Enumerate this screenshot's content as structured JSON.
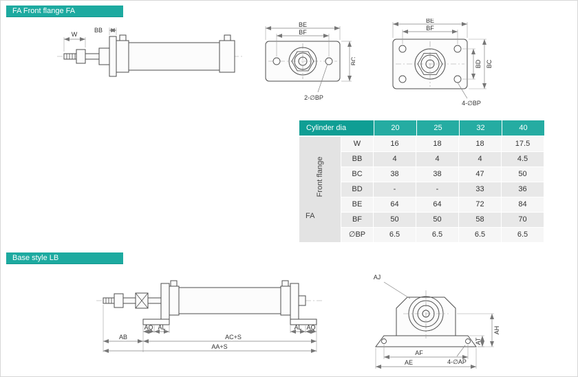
{
  "colors": {
    "accent_teal": "#1daaa0",
    "header_dark_teal": "#0f9e94",
    "header_teal": "#25aca2",
    "row_light": "#f6f6f6",
    "row_dark": "#e8e8e8",
    "group_bg": "#e3e3e3"
  },
  "sections": {
    "fa": {
      "banner": "FA Front flange FA"
    },
    "lb": {
      "banner": "Base style LB"
    }
  },
  "dim_labels": {
    "w": "W",
    "bb": "BB",
    "be": "BE",
    "bf": "BF",
    "bc": "BC",
    "bd": "BD",
    "bp2": "2-∅BP",
    "bp4": "4-∅BP",
    "aj": "AJ",
    "ah": "AH",
    "at": "AT",
    "aq": "AQ",
    "al": "AL",
    "ab": "AB",
    "ac_s": "AC+S",
    "aa_s": "AA+S",
    "af": "AF",
    "ae": "AE",
    "ap4": "4-∅AP"
  },
  "table": {
    "header": {
      "label": "Cylinder dia",
      "columns": [
        "20",
        "25",
        "32",
        "40"
      ]
    },
    "group_label": "Front flange",
    "series_label": "FA",
    "rows": [
      {
        "param": "W",
        "values": [
          "16",
          "18",
          "18",
          "17.5"
        ]
      },
      {
        "param": "BB",
        "values": [
          "4",
          "4",
          "4",
          "4.5"
        ]
      },
      {
        "param": "BC",
        "values": [
          "38",
          "38",
          "47",
          "50"
        ]
      },
      {
        "param": "BD",
        "values": [
          "-",
          "-",
          "33",
          "36"
        ]
      },
      {
        "param": "BE",
        "values": [
          "64",
          "64",
          "72",
          "84"
        ]
      },
      {
        "param": "BF",
        "values": [
          "50",
          "50",
          "58",
          "70"
        ]
      },
      {
        "param": "∅BP",
        "values": [
          "6.5",
          "6.5",
          "6.5",
          "6.5"
        ]
      }
    ]
  }
}
